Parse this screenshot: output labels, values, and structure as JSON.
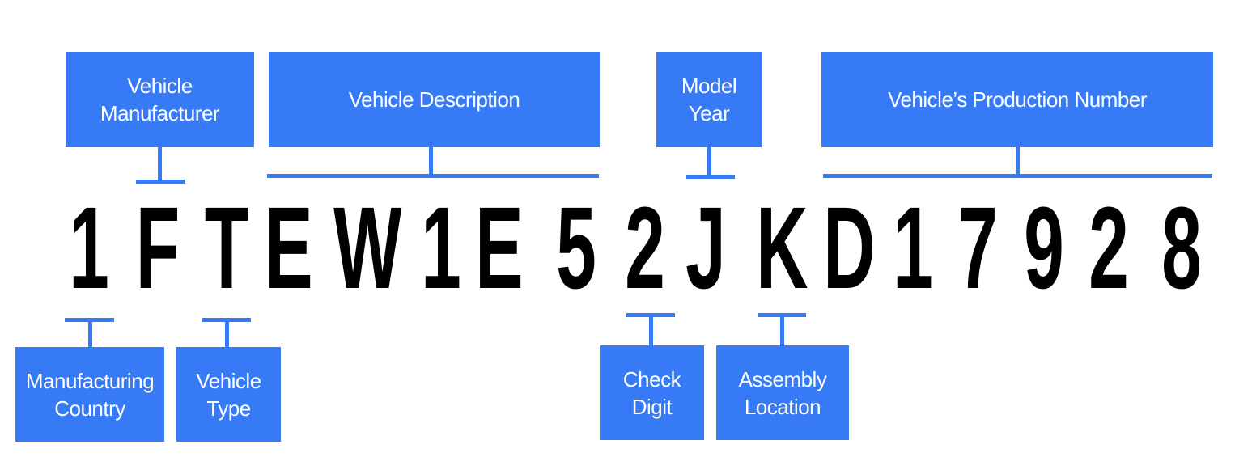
{
  "vin": [
    "1",
    "F",
    "T",
    "E",
    "W",
    "1",
    "E",
    "5",
    "2",
    "J",
    "K",
    "D",
    "1",
    "7",
    "9",
    "2",
    "8"
  ],
  "labels": {
    "vehicle_manufacturer": "Vehicle\nManufacturer",
    "vehicle_description": "Vehicle Description",
    "model_year": "Model\nYear",
    "production_number": "Vehicle’s Production Number",
    "manufacturing_country": "Manufacturing\nCountry",
    "vehicle_type": "Vehicle\nType",
    "check_digit": "Check\nDigit",
    "assembly_location": "Assembly\nLocation"
  },
  "colors": {
    "accent": "#367af6",
    "text": "#000000"
  }
}
